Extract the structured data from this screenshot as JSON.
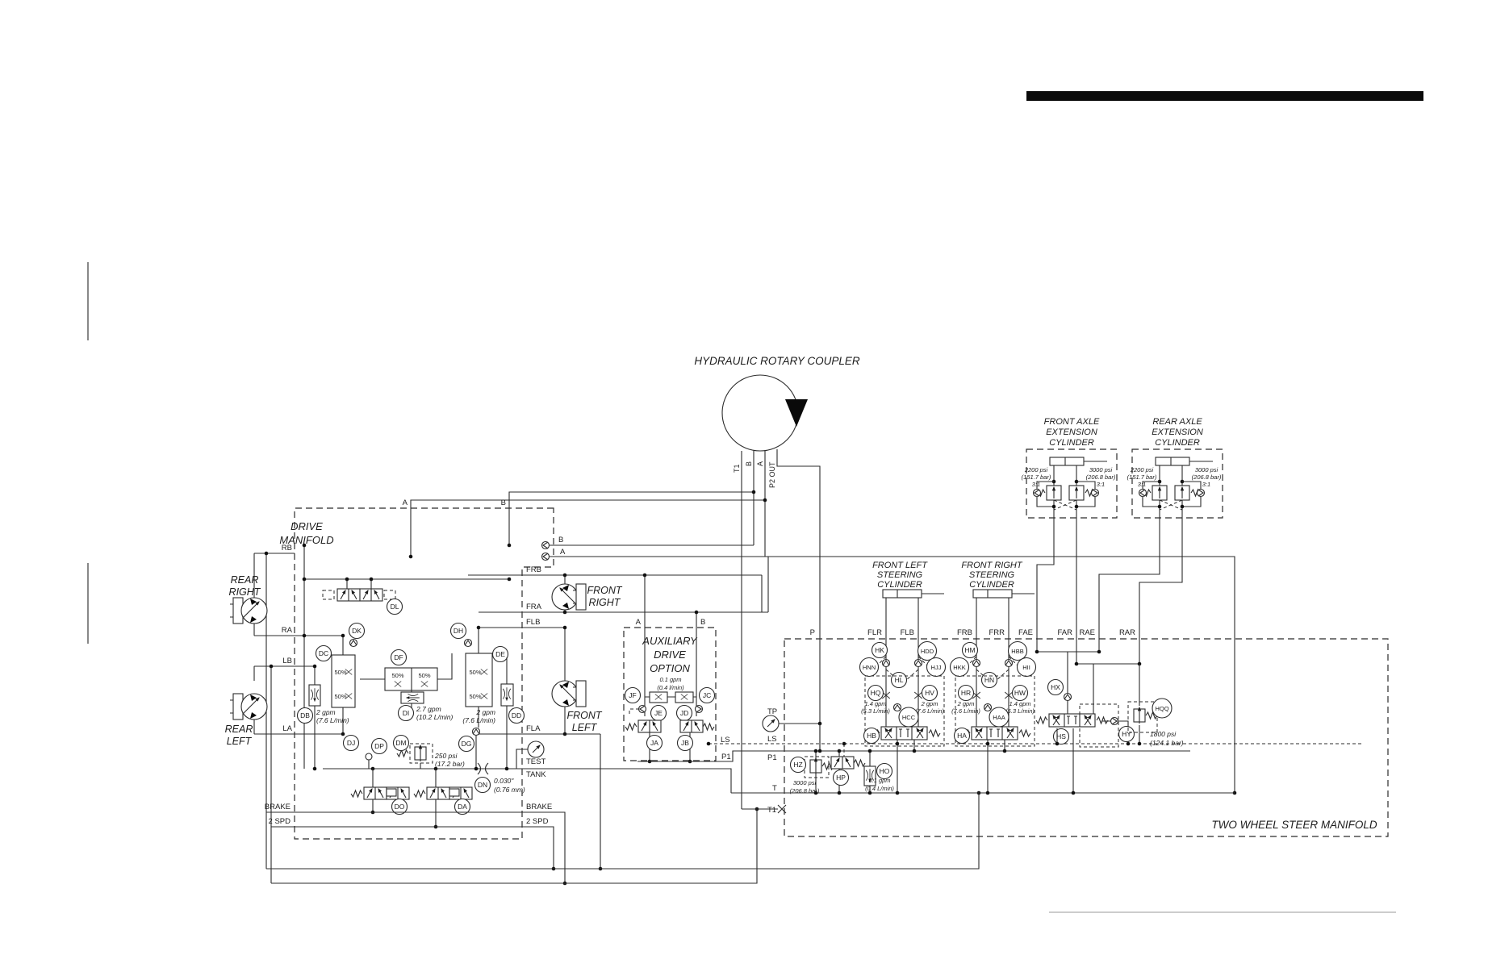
{
  "colors": {
    "line": "#2b2b2b",
    "bar": "#0a0a0a",
    "background": "#ffffff"
  },
  "coupler": {
    "title": "HYDRAULIC ROTARY COUPLER",
    "port_t1": "T1",
    "port_b": "B",
    "port_a": "A",
    "port_p2": "P2 OUT"
  },
  "drive": {
    "title1": "DRIVE",
    "title2": "MANIFOLD",
    "top_a": "A",
    "top_b": "B",
    "left": {
      "rb": "RB",
      "ra": "RA",
      "lb": "LB",
      "la": "LA",
      "brake": "BRAKE",
      "spd": "2 SPD"
    },
    "right": {
      "b": "B",
      "a": "A",
      "frb": "FRB",
      "fra": "FRA",
      "flb": "FLB",
      "fla": "FLA",
      "test": "TEST",
      "tank": "TANK",
      "brake": "BRAKE",
      "spd": "2 SPD"
    },
    "badges": {
      "dl": "DL",
      "dk": "DK",
      "dc": "DC",
      "df": "DF",
      "db": "DB",
      "di": "DI",
      "dh": "DH",
      "de": "DE",
      "dd": "DD",
      "dg": "DG",
      "dj": "DJ",
      "dp": "DP",
      "dm": "DM",
      "dn": "DN",
      "do": "DO",
      "da": "DA"
    },
    "pct": "50%",
    "db_flow1": "2 gpm",
    "db_flow2": "(7.6 L/min)",
    "di_flow1": "2.7 gpm",
    "di_flow2": "(10.2 L/min)",
    "dd_flow1": "2 gpm",
    "dd_flow2": "(7.6 L/min)",
    "dm_rating1": "250 psi",
    "dm_rating2": "(17.2 bar)",
    "dn_size1": "0.030\"",
    "dn_size2": "(0.76 mm)"
  },
  "motors": {
    "rr1": "REAR",
    "rr2": "RIGHT",
    "rl1": "REAR",
    "rl2": "LEFT",
    "fr1": "FRONT",
    "fr2": "RIGHT",
    "fl1": "FRONT",
    "fl2": "LEFT"
  },
  "aux": {
    "t1": "AUXILIARY",
    "t2": "DRIVE",
    "t3": "OPTION",
    "a": "A",
    "b": "B",
    "flow1": "0.1 gpm",
    "flow2": "(0.4 l/min)",
    "jf": "JF",
    "je": "JE",
    "jd": "JD",
    "jc": "JC",
    "ja": "JA",
    "jb": "JB",
    "ls": "LS",
    "p1": "P1"
  },
  "axle_cyls": [
    {
      "t1": "FRONT AXLE",
      "t2": "EXTENSION",
      "t3": "CYLINDER",
      "lp1": "2200 psi",
      "lp2": "(151.7 bar)",
      "lp3": "3:1",
      "rp1": "3000 psi",
      "rp2": "(206.8 bar)",
      "rp3": "3:1"
    },
    {
      "t1": "REAR AXLE",
      "t2": "EXTENSION",
      "t3": "CYLINDER",
      "lp1": "2200 psi",
      "lp2": "(151.7 bar)",
      "lp3": "3:1",
      "rp1": "3000 psi",
      "rp2": "(206.8 bar)",
      "rp3": "3:1"
    }
  ],
  "steer_cyls": [
    {
      "t1": "FRONT LEFT",
      "t2": "STEERING",
      "t3": "CYLINDER"
    },
    {
      "t1": "FRONT RIGHT",
      "t2": "STEERING",
      "t3": "CYLINDER"
    }
  ],
  "steer": {
    "title": "TWO WHEEL STEER MANIFOLD",
    "top": {
      "p": "P",
      "flr": "FLR",
      "flb": "FLB",
      "frb": "FRB",
      "frr": "FRR",
      "fae": "FAE",
      "far": "FAR",
      "rae": "RAE",
      "rar": "RAR"
    },
    "leftports": {
      "tp": "TP",
      "ls": "LS",
      "p1": "P1",
      "t": "T",
      "t1": "T1"
    },
    "linelabels": {
      "ls": "LS",
      "p1": "P1"
    },
    "sections": [
      {
        "top_l": "HK",
        "top_r": "HDD",
        "chk_l": "HNN",
        "chk_r": "HJJ",
        "mid": "HL",
        "or_l": "HQ",
        "or_l_f1": "1.4 gpm",
        "or_l_f2": "(5.3 L/min)",
        "or_r": "HV",
        "or_r_f1": "2 gpm",
        "or_r_f2": "(7.6 L/min)",
        "cc": "HCC",
        "valve": "HB"
      },
      {
        "top_l": "HM",
        "top_r": "HBB",
        "chk_l": "HKK",
        "chk_r": "HII",
        "mid": "HN",
        "or_l": "HR",
        "or_l_f1": "2 gpm",
        "or_l_f2": "(7.6 L/min)",
        "or_r": "HW",
        "or_r_f1": "1.4 gpm",
        "or_r_f2": "(5.3 L/min)",
        "cc": "HAA",
        "valve": "HA"
      }
    ],
    "hx": "HX",
    "hs": "HS",
    "hy": "HY",
    "hqq": "HQQ",
    "hqq_r1": "1800 psi",
    "hqq_r2": "(124.1 bar)",
    "hz": "HZ",
    "hz_r1": "3000 psi",
    "hz_r2": "(206.8 bar)",
    "hp": "HP",
    "ho": "HO",
    "ho_f1": "0.1 gpm",
    "ho_f2": "(0.4 L/min)"
  }
}
